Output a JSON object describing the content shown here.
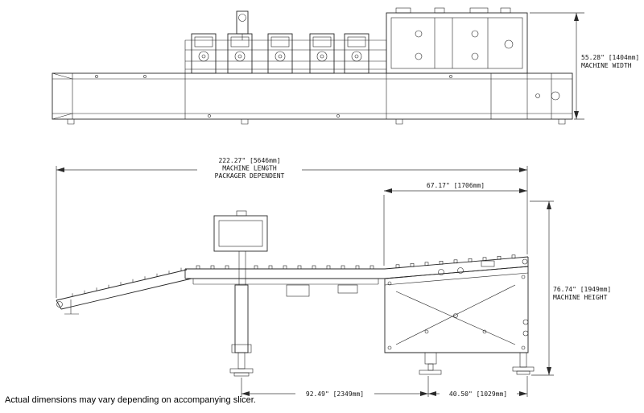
{
  "drawing": {
    "caption": "Actual dimensions may vary depending on accompanying slicer.",
    "dims": {
      "machine_width_value": "55.28\" [1404mm]",
      "machine_width_label": "MACHINE WIDTH",
      "machine_length_value": "222.27\" [5646mm]",
      "machine_length_label1": "MACHINE LENGTH",
      "machine_length_label2": "PACKAGER DEPENDENT",
      "infeed_value": "67.17\" [1706mm]",
      "machine_height_value": "76.74\" [1949mm]",
      "machine_height_label": "MACHINE HEIGHT",
      "base_span_value": "92.49\" [2349mm]",
      "outfeed_span_value": "40.50\" [1029mm]"
    }
  }
}
